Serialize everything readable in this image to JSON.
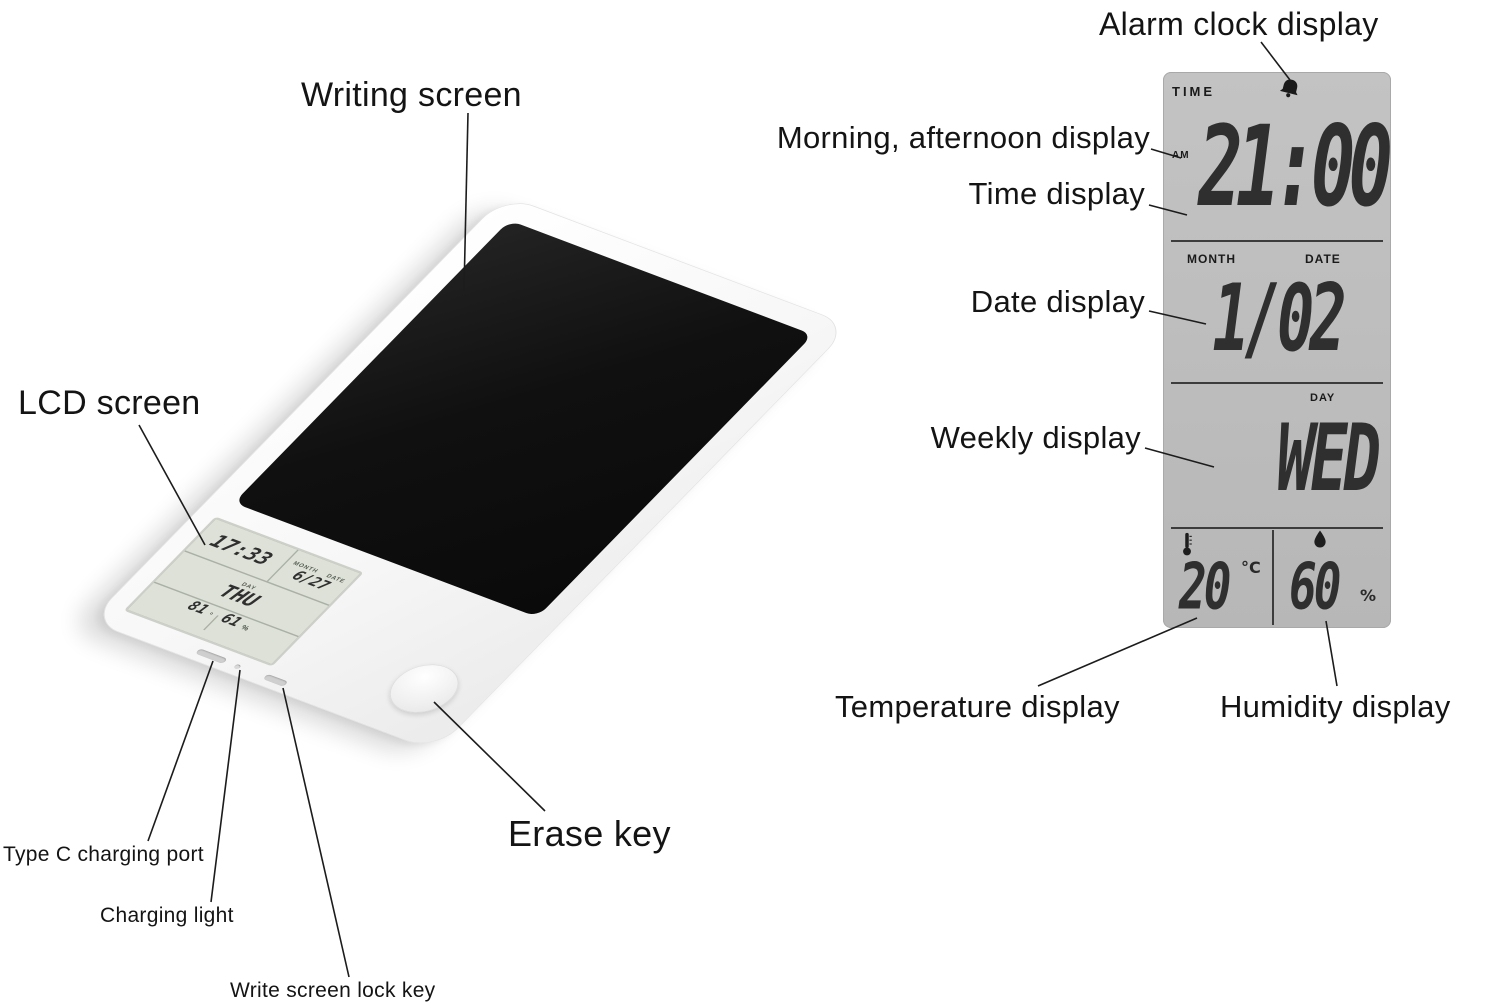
{
  "annotations": {
    "writing_screen": "Writing screen",
    "lcd_screen": "LCD screen",
    "erase_key": "Erase key",
    "type_c_port": "Type C charging port",
    "charging_light": "Charging light",
    "lock_key": "Write screen lock key",
    "alarm": "Alarm clock display",
    "morning_afternoon": "Morning, afternoon display",
    "time": "Time display",
    "date": "Date display",
    "weekly": "Weekly display",
    "temperature": "Temperature display",
    "humidity": "Humidity display"
  },
  "panel": {
    "time_header": "TIME",
    "am": "AM",
    "time": "21:00",
    "month_header": "MONTH",
    "date_header": "DATE",
    "date": "1/02",
    "day_header": "DAY",
    "day": "WED",
    "temperature": "20",
    "temperature_unit": "°C",
    "humidity": "60",
    "humidity_unit": "%",
    "icons": {
      "alarm": "alarm-bell",
      "temperature": "thermometer",
      "humidity": "water-drop"
    }
  },
  "tablet_lcd": {
    "month_header": "MONTH",
    "date_header": "DATE",
    "day_header": "DAY",
    "time": "17:33",
    "date": "6/27",
    "day": "THU",
    "temperature": "81",
    "temperature_unit": "°",
    "humidity": "61",
    "humidity_unit": "%"
  },
  "colors": {
    "panel_bg": "#bdbdbd",
    "segment": "#2f2f2f",
    "screen": "#101010"
  }
}
